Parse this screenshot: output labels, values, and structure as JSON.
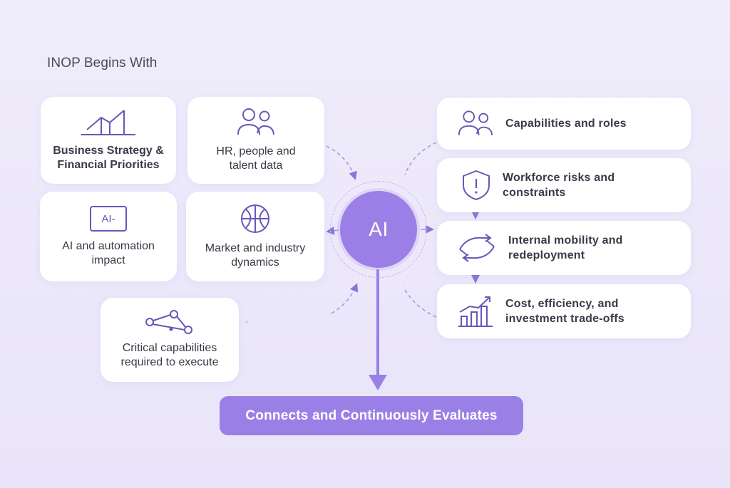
{
  "heading": "INOP Begins With",
  "inputs": [
    {
      "label": "Business Strategy &\nFinancial Priorities",
      "icon": "growth-chart-icon"
    },
    {
      "label": "HR, people and\ntalent data",
      "icon": "people-icon"
    },
    {
      "label": "AI and automation\nimpact",
      "icon": "ai-chip-icon",
      "badge": "AI-"
    },
    {
      "label": "Market and industry\ndynamics",
      "icon": "globe-icon"
    },
    {
      "label": "Critical capabilities\nrequired to execute",
      "icon": "network-nodes-icon"
    }
  ],
  "center": {
    "label": "AI"
  },
  "outputs": [
    {
      "label": "Capabilities and roles",
      "icon": "people-icon"
    },
    {
      "label": "Workforce risks and\nconstraints",
      "icon": "shield-alert-icon"
    },
    {
      "label": "Internal mobility and\nredeployment",
      "icon": "cycle-arrows-icon"
    },
    {
      "label": "Cost, efficiency, and\ninvestment trade-offs",
      "icon": "bar-growth-icon"
    }
  ],
  "result": {
    "label": "Connects and Continuously Evaluates"
  },
  "colors": {
    "accent": "#9a80e6",
    "icon_stroke": "#6a56b8",
    "background": "#ece8fa"
  }
}
